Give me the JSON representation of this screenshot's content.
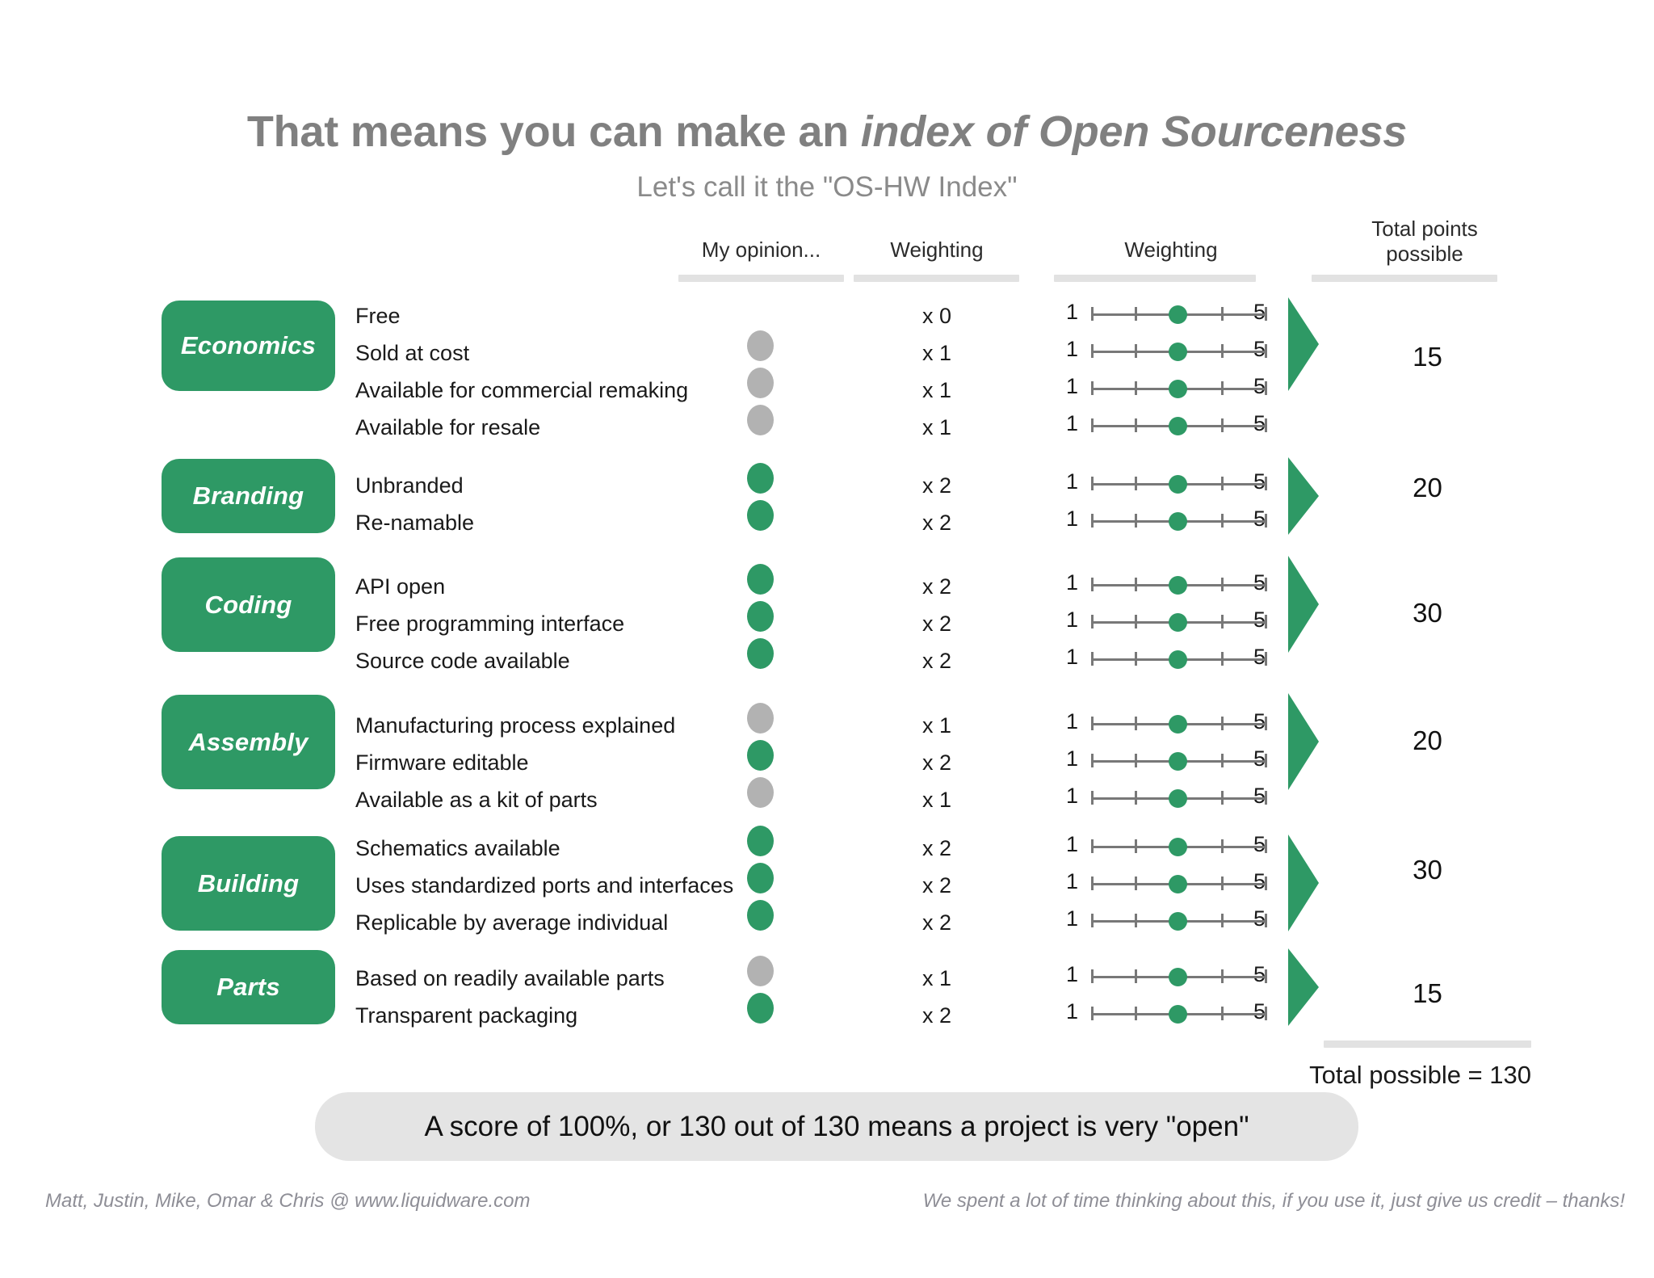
{
  "header": {
    "title_plain": "That means you can make an ",
    "title_italic": "index of Open Sourceness",
    "subtitle": "Let's call it the \"OS-HW Index\""
  },
  "columns": {
    "opinion": "My opinion...",
    "weighting_mult": "Weighting",
    "weighting_scale": "Weighting",
    "total_line1": "Total points",
    "total_line2": "possible"
  },
  "colors": {
    "green": "#2E9965",
    "gray_dot": "#B2B2B2",
    "rule": "#e2e2e2",
    "banner_bg": "#e4e4e4",
    "title_gray": "#808080"
  },
  "scale": {
    "min": "1",
    "max": "5",
    "selected": 3,
    "steps": 5
  },
  "sections": [
    {
      "name": "Economics",
      "total": "15",
      "rows": [
        {
          "criterion": "Free",
          "opinion": "none",
          "multiplier": "x 0",
          "scale_value": 3
        },
        {
          "criterion": "Sold at cost",
          "opinion": "gray",
          "multiplier": "x 1",
          "scale_value": 3
        },
        {
          "criterion": "Available for commercial remaking",
          "opinion": "gray",
          "multiplier": "x 1",
          "scale_value": 3
        },
        {
          "criterion": "Available for resale",
          "opinion": "gray",
          "multiplier": "x 1",
          "scale_value": 3
        }
      ]
    },
    {
      "name": "Branding",
      "total": "20",
      "rows": [
        {
          "criterion": "Unbranded",
          "opinion": "green",
          "multiplier": "x 2",
          "scale_value": 3
        },
        {
          "criterion": "Re-namable",
          "opinion": "green",
          "multiplier": "x 2",
          "scale_value": 3
        }
      ]
    },
    {
      "name": "Coding",
      "total": "30",
      "rows": [
        {
          "criterion": "API open",
          "opinion": "green",
          "multiplier": "x 2",
          "scale_value": 3
        },
        {
          "criterion": "Free programming interface",
          "opinion": "green",
          "multiplier": "x 2",
          "scale_value": 3
        },
        {
          "criterion": "Source code available",
          "opinion": "green",
          "multiplier": "x 2",
          "scale_value": 3
        }
      ]
    },
    {
      "name": "Assembly",
      "total": "20",
      "rows": [
        {
          "criterion": "Manufacturing process explained",
          "opinion": "gray",
          "multiplier": "x 1",
          "scale_value": 3
        },
        {
          "criterion": "Firmware editable",
          "opinion": "green",
          "multiplier": "x 2",
          "scale_value": 3
        },
        {
          "criterion": "Available as a kit of parts",
          "opinion": "gray",
          "multiplier": "x 1",
          "scale_value": 3
        }
      ]
    },
    {
      "name": "Building",
      "total": "30",
      "rows": [
        {
          "criterion": "Schematics available",
          "opinion": "green",
          "multiplier": "x 2",
          "scale_value": 3
        },
        {
          "criterion": "Uses standardized ports and interfaces",
          "opinion": "green",
          "multiplier": "x 2",
          "scale_value": 3
        },
        {
          "criterion": "Replicable by average individual",
          "opinion": "green",
          "multiplier": "x 2",
          "scale_value": 3
        }
      ]
    },
    {
      "name": "Parts",
      "total": "15",
      "rows": [
        {
          "criterion": "Based on readily available parts",
          "opinion": "gray",
          "multiplier": "x 1",
          "scale_value": 3
        },
        {
          "criterion": "Transparent packaging",
          "opinion": "green",
          "multiplier": "x 2",
          "scale_value": 3
        }
      ]
    }
  ],
  "summary": {
    "total_possible": "Total possible = 130",
    "banner": "A score of 100%, or 130 out of 130 means a project is very \"open\""
  },
  "footer": {
    "left": "Matt, Justin, Mike, Omar & Chris @ www.liquidware.com",
    "right": "We spent a lot of time thinking about this, if you use it, just give us credit – thanks!"
  }
}
